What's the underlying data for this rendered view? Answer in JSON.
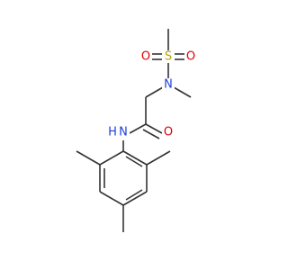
{
  "molecule": {
    "atoms": {
      "s1": {
        "label": "S",
        "color": "#b3a400"
      },
      "o1": {
        "label": "O",
        "color": "#e00000"
      },
      "o2": {
        "label": "O",
        "color": "#e00000"
      },
      "n1": {
        "label": "N",
        "color": "#1f3fd8"
      },
      "o3": {
        "label": "O",
        "color": "#e00000"
      },
      "n2": {
        "label": "N",
        "color": "#1f3fd8"
      },
      "h2": {
        "label": "H",
        "color": "#1f3fd8"
      }
    },
    "bond_color": "#333333"
  }
}
